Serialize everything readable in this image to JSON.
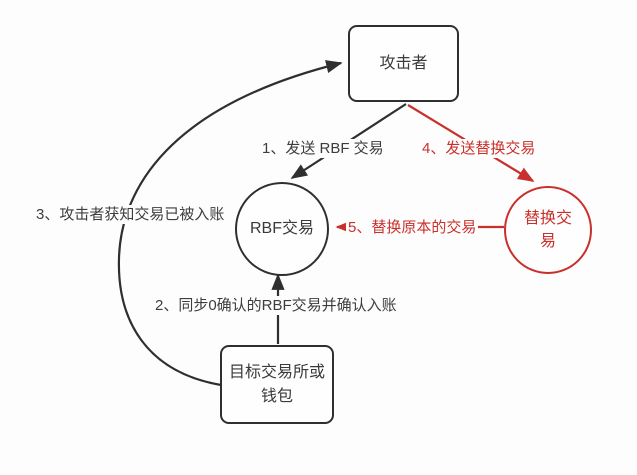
{
  "colors": {
    "ink": "#2f2f2f",
    "accent_red": "#c9302b",
    "background": "#fdfdfd"
  },
  "nodes": {
    "attacker": {
      "label": "攻击者",
      "shape": "rect"
    },
    "rbf_transaction": {
      "label": "RBF交易",
      "shape": "circle"
    },
    "replacement_transaction": {
      "label": "替换交易",
      "shape": "circle",
      "color": "#c9302b"
    },
    "target_exchange_wallet": {
      "label": "目标交易所或钱包",
      "shape": "rect"
    }
  },
  "edges": [
    {
      "step": "1",
      "label": "1、发送 RBF 交易",
      "from": "attacker",
      "to": "rbf_transaction",
      "color": "#2f2f2f"
    },
    {
      "step": "2",
      "label": "2、同步0确认的RBF交易并确认入账",
      "from": "target_exchange_wallet",
      "to": "rbf_transaction",
      "color": "#2f2f2f"
    },
    {
      "step": "3",
      "label": "3、攻击者获知交易已被入账",
      "from": "target_exchange_wallet",
      "to": "attacker",
      "color": "#2f2f2f"
    },
    {
      "step": "4",
      "label": "4、发送替换交易",
      "from": "attacker",
      "to": "replacement_transaction",
      "color": "#c9302b"
    },
    {
      "step": "5",
      "label": "5、替换原本的交易",
      "from": "replacement_transaction",
      "to": "rbf_transaction",
      "color": "#c9302b"
    }
  ]
}
